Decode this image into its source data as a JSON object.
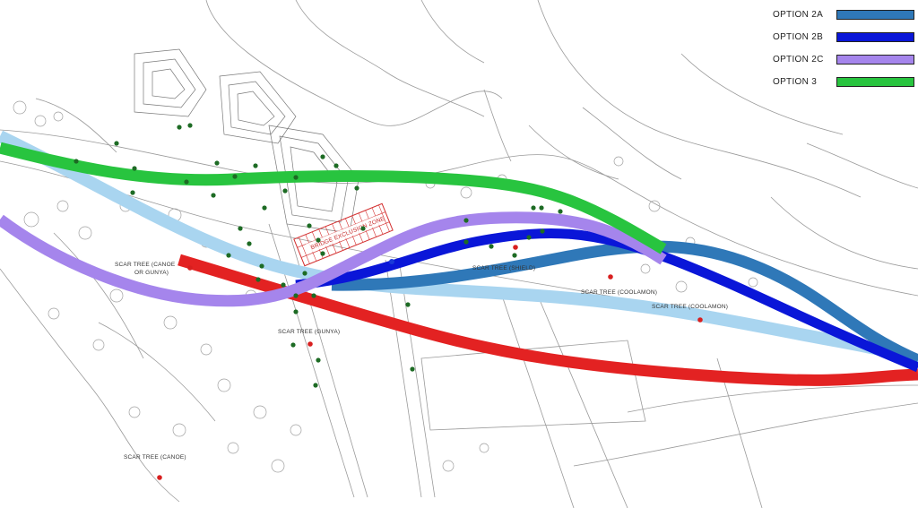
{
  "legend": {
    "items": [
      {
        "label": "OPTION  2A",
        "color": "#2f78b8"
      },
      {
        "label": "OPTION  2B",
        "color": "#0a16d8"
      },
      {
        "label": "OPTION  2C",
        "color": "#a585ec"
      },
      {
        "label": "OPTION  3",
        "color": "#28c43f"
      }
    ]
  },
  "routes": {
    "existing_light": {
      "color": "#a9d5f0"
    },
    "red": {
      "color": "#e32222"
    }
  },
  "labels": {
    "bridge_zone": "BRIDGE EXCLUSION ZONE",
    "scar_canoe_gunya_1": "SCAR TREE (CANOE",
    "scar_canoe_gunya_2": "OR GUNYA)",
    "scar_gunya": "SCAR TREE (GUNYA)",
    "scar_shield": "SCAR TREE (SHIELD)",
    "scar_coolamon_1": "SCAR TREE (COOLAMON)",
    "scar_coolamon_2": "SCAR TREE (COOLAMON)",
    "scar_canoe": "SCAR TREE (CANOE)"
  },
  "marker_colors": {
    "vegetation": "#1d6b24",
    "scar_tree": "#d81f1f",
    "blue_point": "#1a3ad8"
  },
  "linework_color": "#8a8a8a"
}
